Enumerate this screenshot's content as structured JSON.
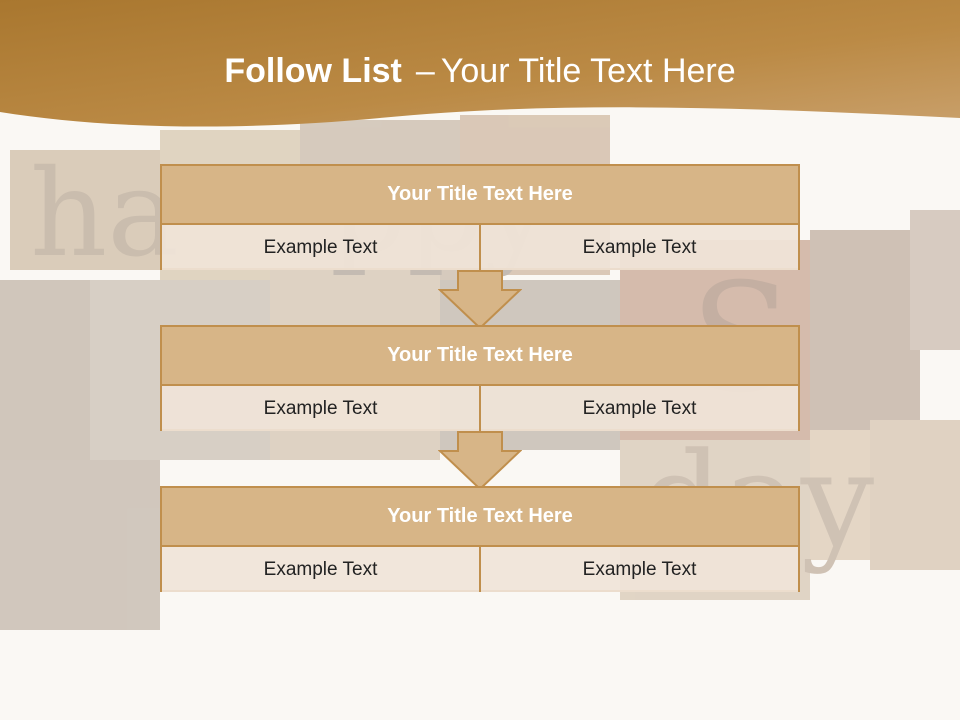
{
  "header": {
    "title_bold": "Follow List",
    "title_dash": "–",
    "title_rest": "Your Title Text Here"
  },
  "steps": [
    {
      "title": "Your Title Text Here",
      "cells": [
        "Example Text",
        "Example Text"
      ]
    },
    {
      "title": "Your Title Text Here",
      "cells": [
        "Example Text",
        "Example Text"
      ]
    },
    {
      "title": "Your Title Text Here",
      "cells": [
        "Example Text",
        "Example Text"
      ]
    }
  ],
  "colors": {
    "header_band": "#b98840",
    "block_border": "#c08f4d",
    "block_head": "#d7b587",
    "cell_fill": "#f0e4d8",
    "arrow_fill": "#d7b587"
  },
  "icons": [
    "down-arrow-icon"
  ]
}
